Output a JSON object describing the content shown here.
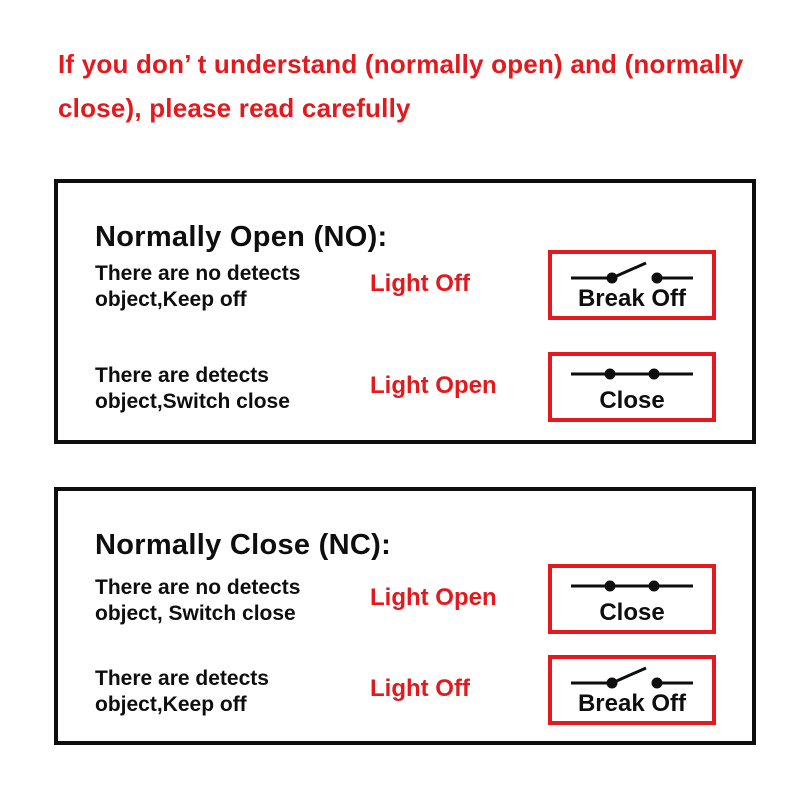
{
  "colors": {
    "accent_red": "#e3191d",
    "text_black": "#0e0e0e",
    "background": "#ffffff"
  },
  "header": {
    "lines": [
      "If you don’ t understand (normally open) and (normally",
      "close), please read carefully"
    ]
  },
  "panels": [
    {
      "title": "Normally Open (NO):",
      "rows": [
        {
          "description_line1": "There are no detects",
          "description_line2": "object,Keep off",
          "light_state": "Light Off",
          "switch_state": "open",
          "switch_label": "Break Off"
        },
        {
          "description_line1": "There are detects",
          "description_line2": "object,Switch close",
          "light_state": "Light Open",
          "switch_state": "closed",
          "switch_label": "Close"
        }
      ]
    },
    {
      "title": "Normally Close (NC):",
      "rows": [
        {
          "description_line1": "There are no detects",
          "description_line2": "object, Switch close",
          "light_state": "Light Open",
          "switch_state": "closed",
          "switch_label": "Close"
        },
        {
          "description_line1": "There are detects",
          "description_line2": "object,Keep off",
          "light_state": "Light Off",
          "switch_state": "open",
          "switch_label": "Break Off"
        }
      ]
    }
  ]
}
